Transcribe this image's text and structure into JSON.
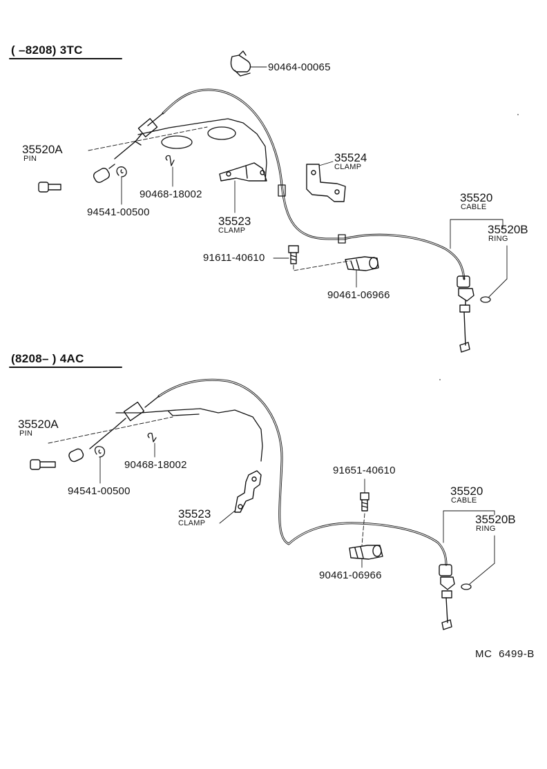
{
  "sections": [
    {
      "header": "(     –8208) 3TC",
      "parts": {
        "clip_top": "90464-00065",
        "pin_num": "35520A",
        "pin_name": "PIN",
        "clip_a": "90468-18002",
        "washer": "94541-00500",
        "clamp_b_num": "35524",
        "clamp_b_name": "CLAMP",
        "clamp_a_num": "35523",
        "clamp_a_name": "CLAMP",
        "cable_num": "35520",
        "cable_name": "CABLE",
        "ring_num": "35520B",
        "ring_name": "RING",
        "bolt": "91611-40610",
        "bracket": "90461-06966"
      }
    },
    {
      "header": "(8208–       ) 4AC",
      "parts": {
        "pin_num": "35520A",
        "pin_name": "PIN",
        "clip_a": "90468-18002",
        "washer": "94541-00500",
        "clamp_a_num": "35523",
        "clamp_a_name": "CLAMP",
        "bolt": "91651-40610",
        "cable_num": "35520",
        "cable_name": "CABLE",
        "ring_num": "35520B",
        "ring_name": "RING",
        "bracket": "90461-06966"
      }
    }
  ],
  "footer_code": "MC  6499-B"
}
